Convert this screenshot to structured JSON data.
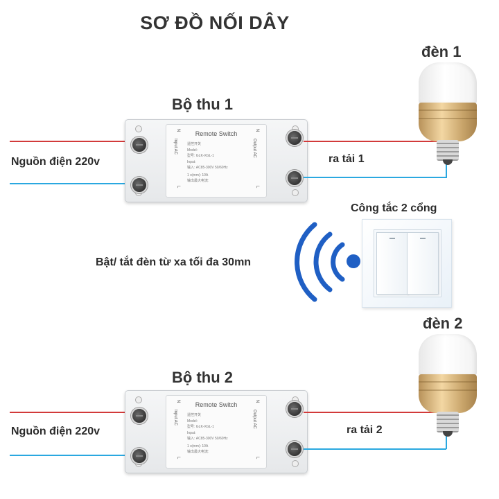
{
  "title": "SƠ ĐỒ NỐI DÂY",
  "receiver1": {
    "heading": "Bộ thu 1",
    "input_label": "Nguồn điện 220v",
    "output_label": "ra tải 1",
    "module_title": "Remote Switch",
    "module_lines": [
      "遥控开关",
      "Model:",
      "型号: GLK-XGL-1",
      "Input:",
      "输入: AC85-300V 50/60Hz",
      "1 o(mm): 10A",
      "输出最大电流:"
    ]
  },
  "receiver2": {
    "heading": "Bộ thu 2",
    "input_label": "Nguồn điện 220v",
    "output_label": "ra tải 2",
    "module_title": "Remote Switch",
    "module_lines": [
      "遥控开关",
      "Model:",
      "型号: GLK-XGL-1",
      "Input:",
      "输入: AC85-300V 50/60Hz",
      "1 o(mm): 10A",
      "输出最大电流:"
    ]
  },
  "lamp1": {
    "label": "đèn 1"
  },
  "lamp2": {
    "label": "đèn 2"
  },
  "remote": {
    "switch_label": "Công tắc 2 cổng",
    "range_label": "Bật/ tắt đèn từ xa tối đa 30mn"
  },
  "module_tags": {
    "in": "Input AC",
    "out": "Output AC",
    "n": "N",
    "l": "L"
  },
  "colors": {
    "live_wire": "#d23a3a",
    "neutral_wire": "#2aa8e0",
    "signal": "#1f5fc4",
    "text": "#333333"
  }
}
